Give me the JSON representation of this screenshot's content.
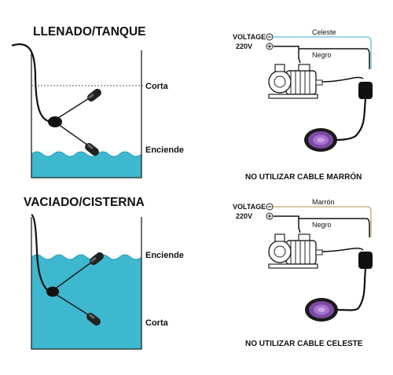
{
  "colors": {
    "water": "#3db8cf",
    "water_wave": "#55c3d8",
    "celeste_wire": "#7fc6de",
    "marron_wire": "#c9b682",
    "float_body": "#7d4aa3",
    "float_inner": "#b58ad6",
    "ink": "#111111"
  },
  "icons": [
    "pump-icon",
    "float-switch-icon",
    "float-weight-icon",
    "cable-clamp-icon"
  ],
  "left": {
    "fill": {
      "title": "LLENADO/TANQUE",
      "cut_label": "Corta",
      "on_label": "Enciende"
    },
    "empty": {
      "title": "VACIADO/CISTERNA",
      "on_label": "Enciende",
      "cut_label": "Corta"
    }
  },
  "right": {
    "top": {
      "voltage_label": "VOLTAGE",
      "voltage_value": "220V",
      "minus_symbol": "−",
      "plus_symbol": "+",
      "wire_upper": "Celeste",
      "wire_lower": "Negro",
      "warning": "NO UTILIZAR CABLE MARRÓN"
    },
    "bottom": {
      "voltage_label": "VOLTAGE",
      "voltage_value": "220V",
      "minus_symbol": "−",
      "plus_symbol": "+",
      "wire_upper": "Marrón",
      "wire_lower": "Negro",
      "warning": "NO UTILIZAR CABLE CELESTE"
    }
  }
}
